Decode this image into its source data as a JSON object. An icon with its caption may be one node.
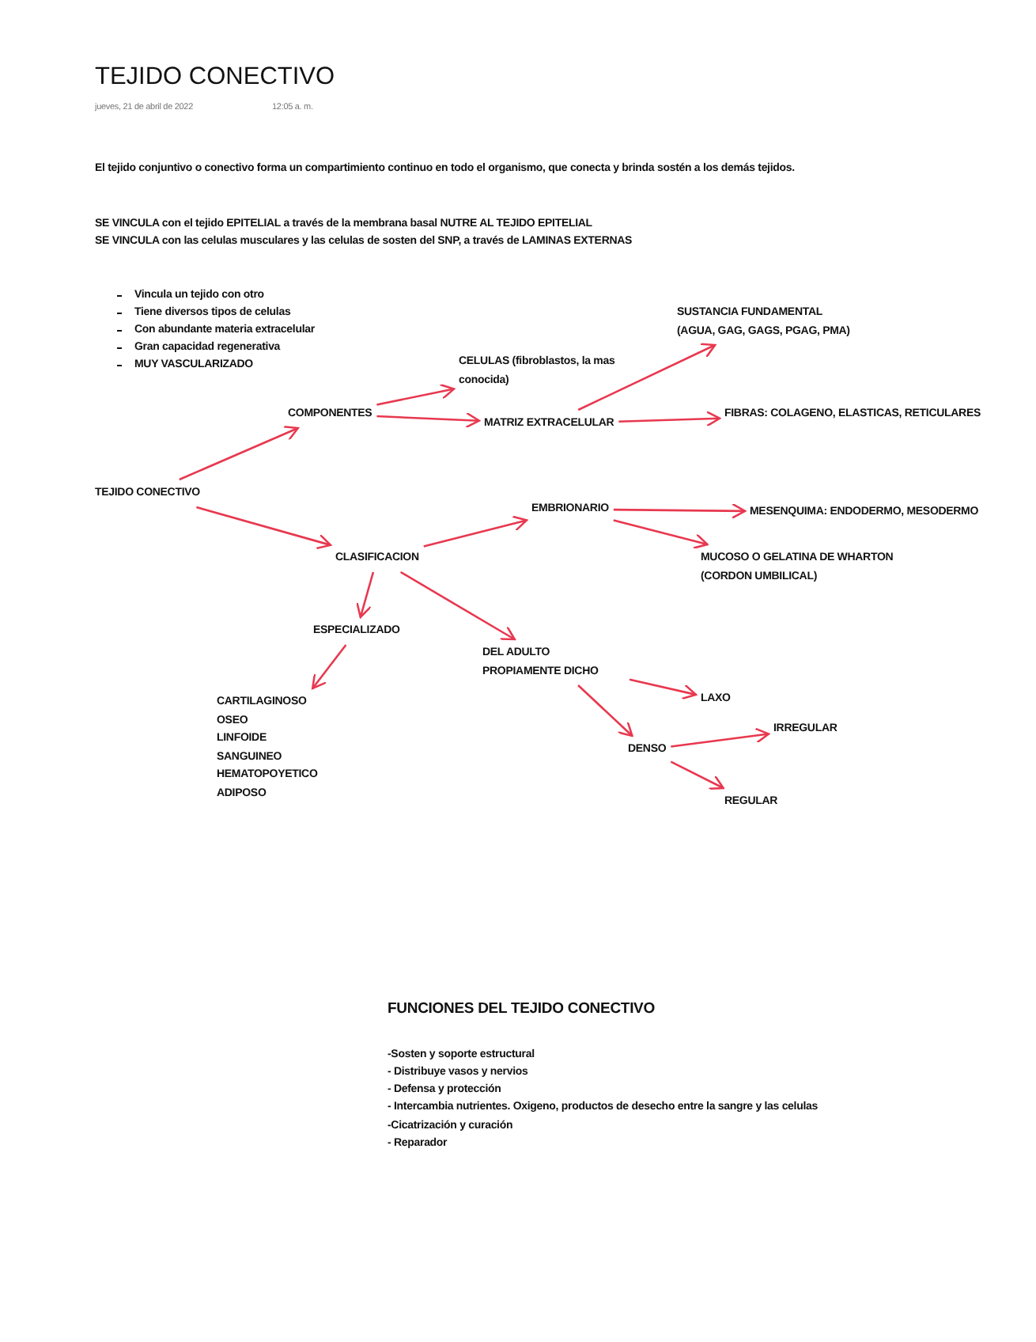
{
  "diagram": {
    "title": "TEJIDO CONECTIVO",
    "nodes": [
      {
        "text": [
          "TEJIDO CONECTIVO"
        ]
      },
      {
        "text": [
          "COMPONENTES"
        ]
      },
      {
        "text": [
          "CELULAS (fibroblastos, la mas conocida)"
        ]
      },
      {
        "text": [
          "MATRIZ EXTRACELULAR"
        ]
      },
      {
        "text": [
          "SUSTANCIA FUNDAMENTAL",
          "(AGUA, GAG, GAGS, PGAG, PMA)"
        ]
      },
      {
        "text": [
          "FIBRAS: COLAGENO, ELASTICAS, RETICULARES"
        ]
      },
      {
        "text": [
          "CLASIFICACION"
        ]
      },
      {
        "text": [
          "EMBRIONARIO"
        ]
      },
      {
        "text": [
          "MESENQUIMA: ENDODERMO, MESODERMO"
        ]
      },
      {
        "text": [
          "MUCOSO O GELATINA DE WHARTON",
          "(CORDON UMBILICAL)"
        ]
      },
      {
        "text": [
          "ESPECIALIZADO"
        ]
      },
      {
        "text": [
          "DEL ADULTO PROPIAMENTE DICHO"
        ]
      },
      {
        "text": [
          "CARTILAGINOSO",
          "OSEO",
          "LINFOIDE",
          "SANGUINEO",
          "HEMATOPOYETICO",
          "ADIPOSO"
        ]
      },
      {
        "text": [
          "LAXO"
        ]
      },
      {
        "text": [
          "DENSO"
        ]
      },
      {
        "text": [
          "IRREGULAR"
        ]
      },
      {
        "text": [
          "REGULAR"
        ]
      }
    ],
    "edges": [
      {
        "from": 0,
        "to": 1,
        "arrow": "to"
      },
      {
        "from": 0,
        "to": 6,
        "arrow": "to"
      },
      {
        "from": 1,
        "to": 2,
        "arrow": "to"
      },
      {
        "from": 1,
        "to": 3,
        "arrow": "to"
      },
      {
        "from": 3,
        "to": 4,
        "arrow": "to"
      },
      {
        "from": 3,
        "to": 5,
        "arrow": "to"
      },
      {
        "from": 6,
        "to": 7,
        "arrow": "to"
      },
      {
        "from": 6,
        "to": 10,
        "arrow": "to"
      },
      {
        "from": 6,
        "to": 11,
        "arrow": "to"
      },
      {
        "from": 7,
        "to": 8,
        "arrow": "to"
      },
      {
        "from": 7,
        "to": 9,
        "arrow": "to"
      },
      {
        "from": 10,
        "to": 12,
        "arrow": "to"
      },
      {
        "from": 11,
        "to": 13,
        "arrow": "to"
      },
      {
        "from": 11,
        "to": 14,
        "arrow": "to"
      },
      {
        "from": 14,
        "to": 15,
        "arrow": "to"
      },
      {
        "from": 14,
        "to": 16,
        "arrow": "to"
      }
    ],
    "labels": [
      "jueves, 21 de abril de 2022",
      "12:05 a. m.",
      "El tejido conjuntivo o conectivo forma un compartimiento continuo en todo el organismo, que conecta y brinda sostén a los demás tejidos.",
      "SE VINCULA con el tejido EPITELIAL a través de la membrana basal NUTRE AL TEJIDO EPITELIAL",
      "SE VINCULA con las celulas musculares y las celulas de sosten del SNP, a través de LAMINAS EXTERNAS",
      "Vincula un tejido con otro",
      "Tiene diversos tipos de celulas",
      "Con abundante materia extracelular",
      "Gran capacidad regenerativa",
      "MUY VASCULARIZADO",
      "FUNCIONES DEL TEJIDO CONECTIVO",
      "-Sosten y soporte estructural",
      "- Distribuye vasos y nervios",
      "- Defensa y protección",
      "- Intercambia nutrientes. Oxigeno, productos de desecho entre la sangre y las celulas",
      "-Cicatrización y curación",
      "- Reparador"
    ]
  }
}
